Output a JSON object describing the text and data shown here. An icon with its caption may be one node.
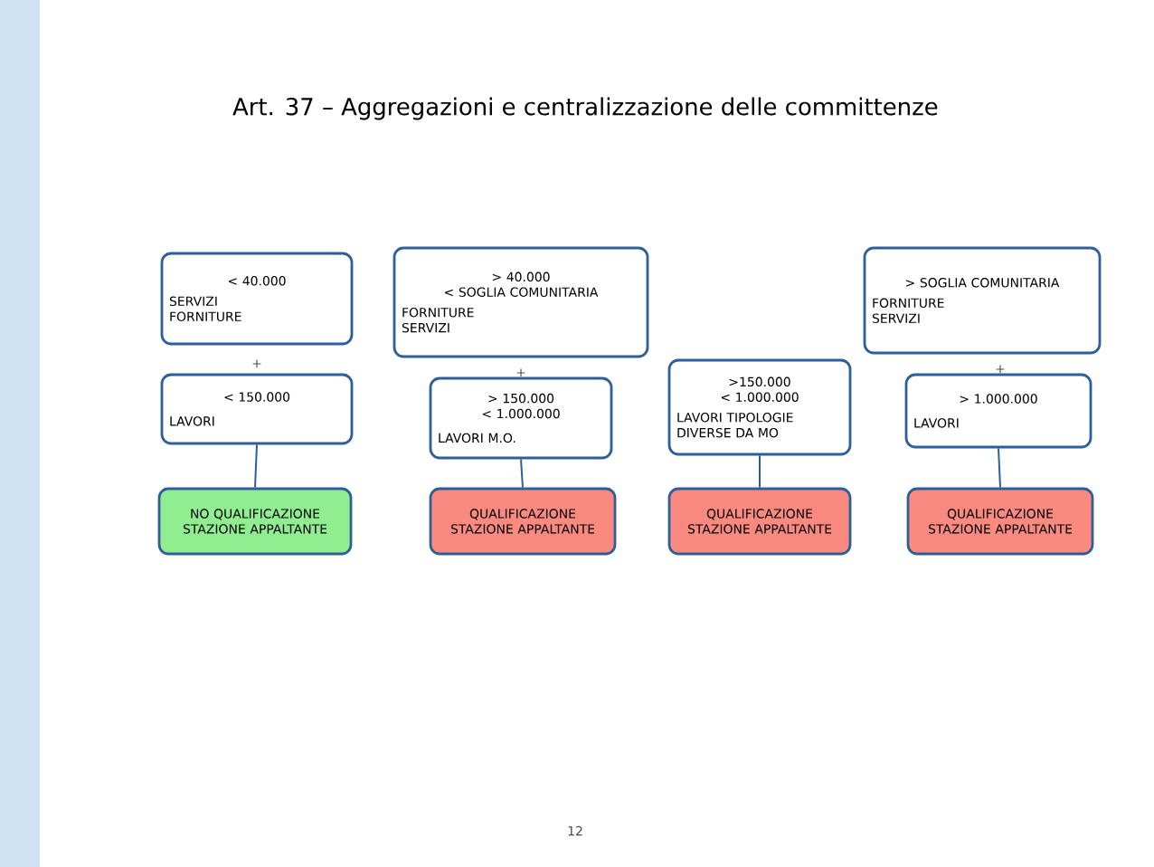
{
  "diagram": {
    "title": "Art. 37 – Aggregazioni e centralizzazione delle committenze",
    "nodes": [
      {
        "text": [
          "< 40.000",
          "SERVIZI FORNITURE"
        ]
      },
      {
        "text": [
          "< 150.000",
          "LAVORI"
        ]
      },
      {
        "text": [
          "NO QUALIFICAZIONE STAZIONE APPALTANTE"
        ]
      },
      {
        "text": [
          "> 40.000",
          "< SOGLIA COMUNITARIA",
          "FORNITURE SERVIZI"
        ]
      },
      {
        "text": [
          "> 150.000",
          "< 1.000.000",
          "LAVORI M.O."
        ]
      },
      {
        "text": [
          "QUALIFICAZIONE STAZIONE APPALTANTE"
        ]
      },
      {
        "text": [
          ">150.000",
          "< 1.000.000",
          "LAVORI TIPOLOGIE DIVERSE DA MO"
        ]
      },
      {
        "text": [
          "QUALIFICAZIONE STAZIONE APPALTANTE"
        ]
      },
      {
        "text": [
          "> SOGLIA COMUNITARIA",
          "FORNITURE SERVIZI"
        ]
      },
      {
        "text": [
          "> 1.000.000",
          "LAVORI"
        ]
      },
      {
        "text": [
          "QUALIFICAZIONE STAZIONE APPALTANTE"
        ]
      }
    ],
    "edges": [
      {
        "from": 1,
        "to": 2,
        "arrow": "none"
      },
      {
        "from": 4,
        "to": 5,
        "arrow": "none"
      },
      {
        "from": 6,
        "to": 7,
        "arrow": "none"
      },
      {
        "from": 9,
        "to": 10,
        "arrow": "none"
      }
    ],
    "labels": [
      "+",
      "+",
      "+",
      "12"
    ]
  }
}
